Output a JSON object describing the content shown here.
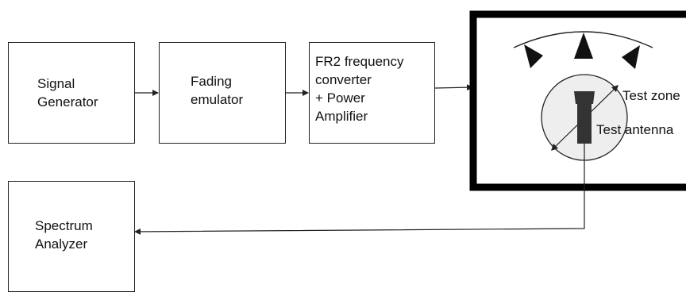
{
  "blocks": {
    "signal_generator": [
      "Signal",
      "Generator"
    ],
    "fading_emulator": [
      "Fading",
      "emulator"
    ],
    "converter_amplifier": [
      "FR2 frequency",
      "converter",
      "+ Power",
      "Amplifier"
    ],
    "spectrum_analyzer": [
      "Spectrum",
      "Analyzer"
    ]
  },
  "chamber": {
    "test_zone_label": "Test zone",
    "test_antenna_label": "Test antenna"
  },
  "colors": {
    "line": "#222222",
    "chamber_border": "#000000",
    "probe_fill": "#111111",
    "antenna_fill": "#333333"
  }
}
